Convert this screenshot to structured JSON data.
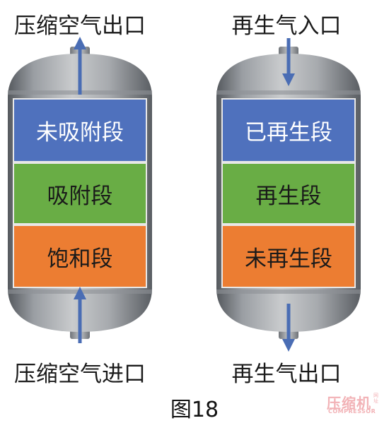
{
  "left_vessel": {
    "outlet_label": "压缩空气出口",
    "inlet_label": "压缩空气进口",
    "stages": [
      {
        "label": "未吸附段",
        "color": "#4f71bd"
      },
      {
        "label": "吸附段",
        "color": "#69ad45"
      },
      {
        "label": "饱和段",
        "color": "#ec7d32"
      }
    ]
  },
  "right_vessel": {
    "inlet_label": "再生气入口",
    "outlet_label": "再生气出口",
    "stages": [
      {
        "label": "已再生段",
        "color": "#4f71bd"
      },
      {
        "label": "再生段",
        "color": "#69ad45"
      },
      {
        "label": "未再生段",
        "color": "#ec7d32"
      }
    ]
  },
  "arrow_color": "#4a6db4",
  "caption": "图18",
  "watermark": {
    "main": "压缩机",
    "sub": "COMPRESSOR",
    "side": "网址"
  }
}
